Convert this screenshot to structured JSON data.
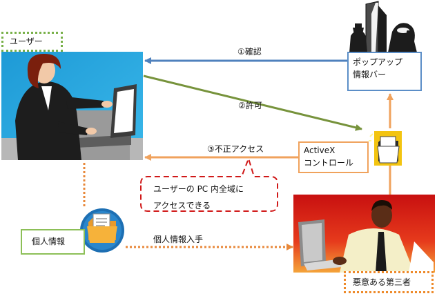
{
  "labels": {
    "user": "ユーザー",
    "popup_line1": "ポップアップ",
    "popup_line2": "情報バー",
    "activex_line1": "ActiveX",
    "activex_line2": "コントロール",
    "personal_info": "個人情報",
    "attacker": "悪意ある第三者"
  },
  "arrows": {
    "confirm": "①確認",
    "permit": "②許可",
    "illegal_access": "③不正アクセス",
    "info_acquired": "個人情報入手"
  },
  "callout": {
    "line1": "ユーザーの PC 内全域に",
    "line2": "アクセスできる"
  },
  "colors": {
    "confirm_arrow": "#4f81bd",
    "permit_arrow": "#77933c",
    "access_arrow": "#f0a25c",
    "dotted_arrow": "#e8883a",
    "callout_border": "#d01818",
    "user_scene_bg": "#29a9e1",
    "attacker_scene_bg": "#e0201c",
    "folder_icon_bg": "#f3c410"
  }
}
